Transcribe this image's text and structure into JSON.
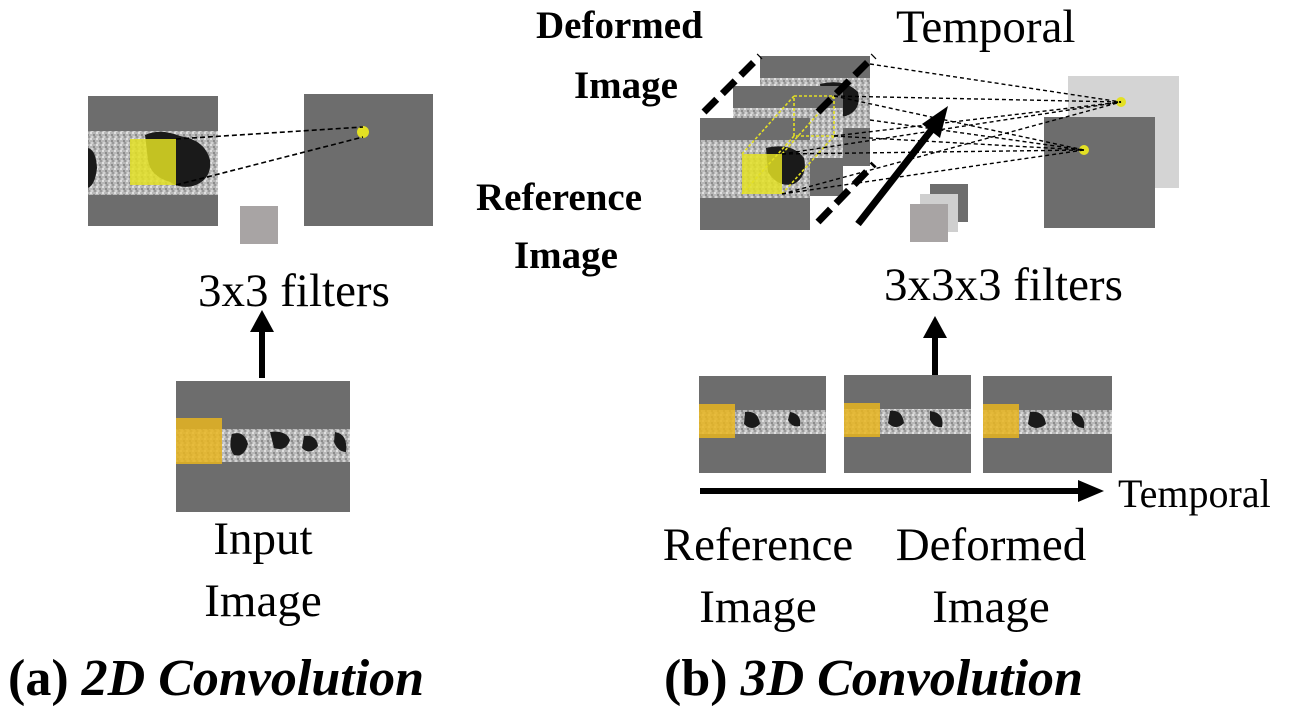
{
  "panel_a": {
    "filters_label": "3x3 filters",
    "input_label_line1": "Input",
    "input_label_line2": "Image",
    "caption_prefix": "(a) ",
    "caption_title": "2D Convolution"
  },
  "panel_b": {
    "deformed_label_line1": "Deformed",
    "deformed_label_line2": "Image",
    "reference_label_line1": "Reference",
    "reference_label_line2": "Image",
    "temporal_top": "Temporal",
    "filters_label": "3x3x3 filters",
    "temporal_axis": "Temporal",
    "bottom_reference_line1": "Reference",
    "bottom_reference_line2": "Image",
    "bottom_deformed_line1": "Deformed",
    "bottom_deformed_line2": "Image",
    "caption_prefix": "(b) ",
    "caption_title": "3D Convolution"
  },
  "colors": {
    "highlight_yellow": "#e3e024",
    "kernel_orange": "#e7b520",
    "background_gray": "#6d6d6d",
    "strip_gray": "#b4b4b4",
    "filter_gray": "#a8a4a4"
  }
}
